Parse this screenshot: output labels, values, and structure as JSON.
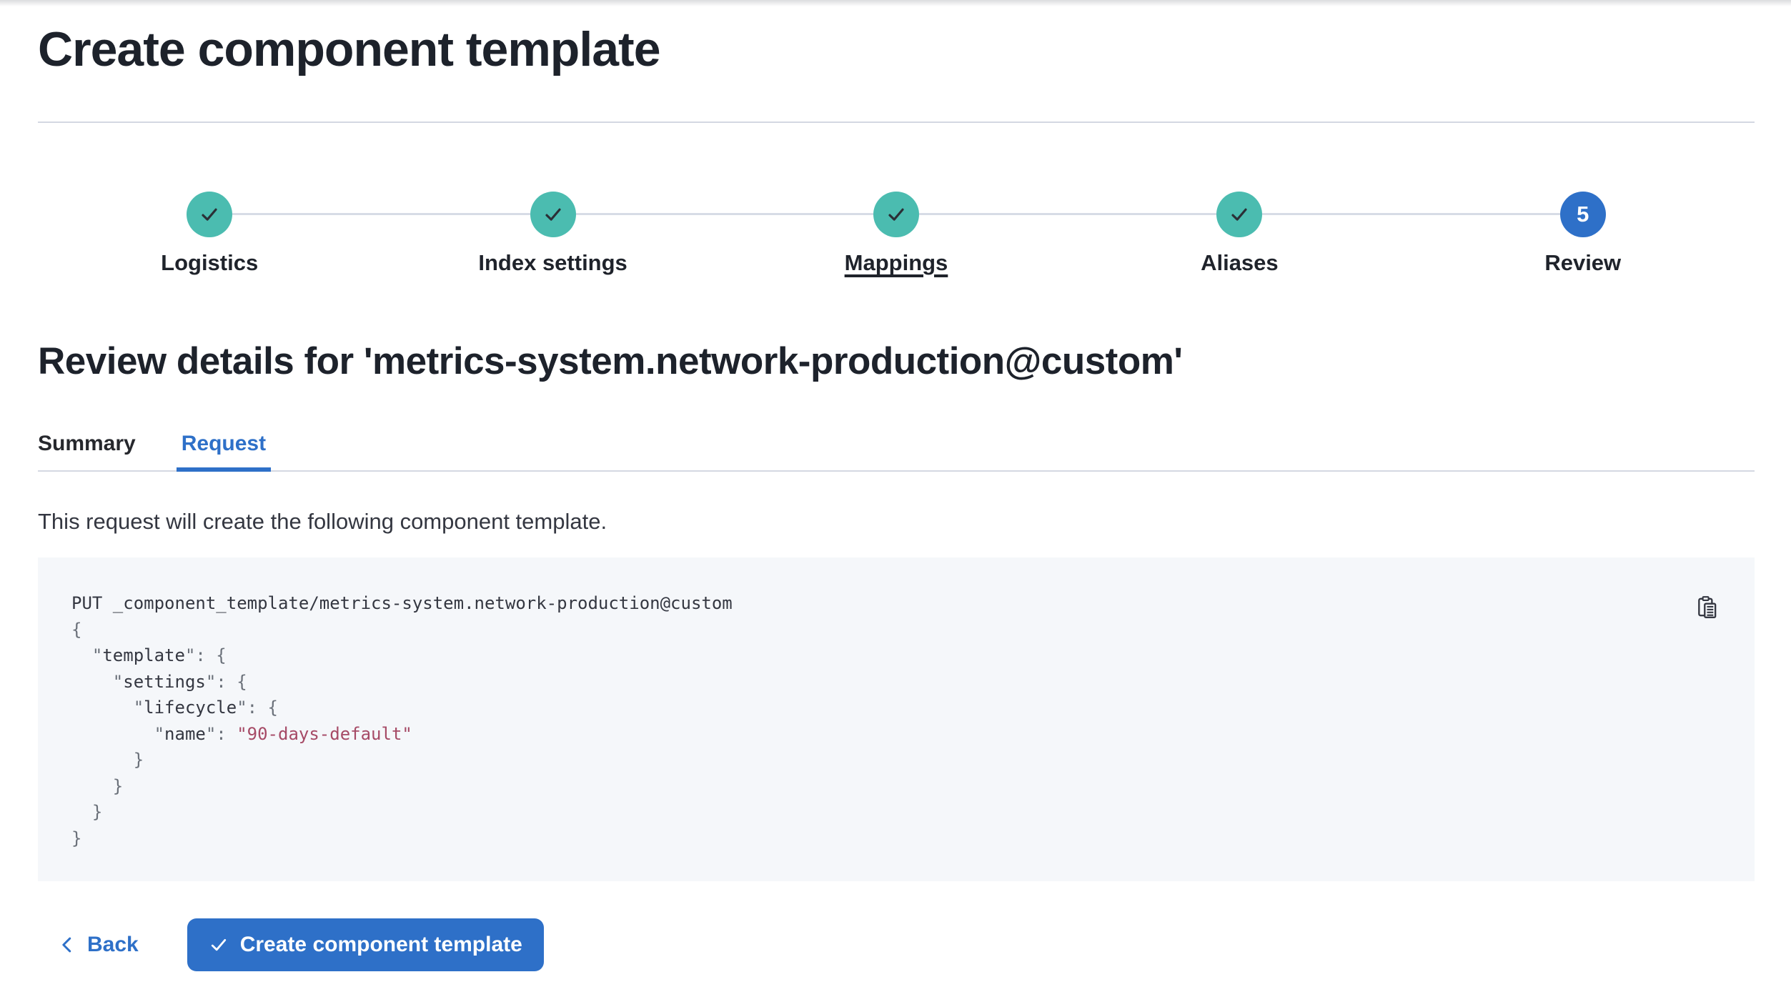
{
  "page": {
    "title": "Create component template"
  },
  "steps": {
    "items": [
      {
        "label": "Logistics",
        "status": "complete"
      },
      {
        "label": "Index settings",
        "status": "complete"
      },
      {
        "label": "Mappings",
        "status": "complete",
        "underlined": true
      },
      {
        "label": "Aliases",
        "status": "complete"
      },
      {
        "label": "Review",
        "status": "current",
        "number": "5"
      }
    ]
  },
  "review": {
    "heading": "Review details for 'metrics-system.network-production@custom'",
    "tabs": [
      {
        "label": "Summary",
        "active": false
      },
      {
        "label": "Request",
        "active": true
      }
    ],
    "description": "This request will create the following component template."
  },
  "code": {
    "lines": [
      [
        {
          "c": "plain",
          "t": "PUT _component_template/metrics-system.network-production@custom"
        }
      ],
      [
        {
          "c": "punct",
          "t": "{"
        }
      ],
      [
        {
          "c": "punct",
          "t": "  \""
        },
        {
          "c": "key",
          "t": "template"
        },
        {
          "c": "punct",
          "t": "\": {"
        }
      ],
      [
        {
          "c": "punct",
          "t": "    \""
        },
        {
          "c": "key",
          "t": "settings"
        },
        {
          "c": "punct",
          "t": "\": {"
        }
      ],
      [
        {
          "c": "punct",
          "t": "      \""
        },
        {
          "c": "key",
          "t": "lifecycle"
        },
        {
          "c": "punct",
          "t": "\": {"
        }
      ],
      [
        {
          "c": "punct",
          "t": "        \""
        },
        {
          "c": "key",
          "t": "name"
        },
        {
          "c": "punct",
          "t": "\": "
        },
        {
          "c": "string",
          "t": "\"90-days-default\""
        }
      ],
      [
        {
          "c": "punct",
          "t": "      }"
        }
      ],
      [
        {
          "c": "punct",
          "t": "    }"
        }
      ],
      [
        {
          "c": "punct",
          "t": "  }"
        }
      ],
      [
        {
          "c": "punct",
          "t": "}"
        }
      ]
    ]
  },
  "footer": {
    "back_label": "Back",
    "create_label": "Create component template"
  },
  "colors": {
    "primary": "#2e70c8",
    "success_teal": "#4bbcb0",
    "border": "#d4d8e2",
    "code_bg": "#f5f7fa",
    "string_token": "#a64a66"
  }
}
